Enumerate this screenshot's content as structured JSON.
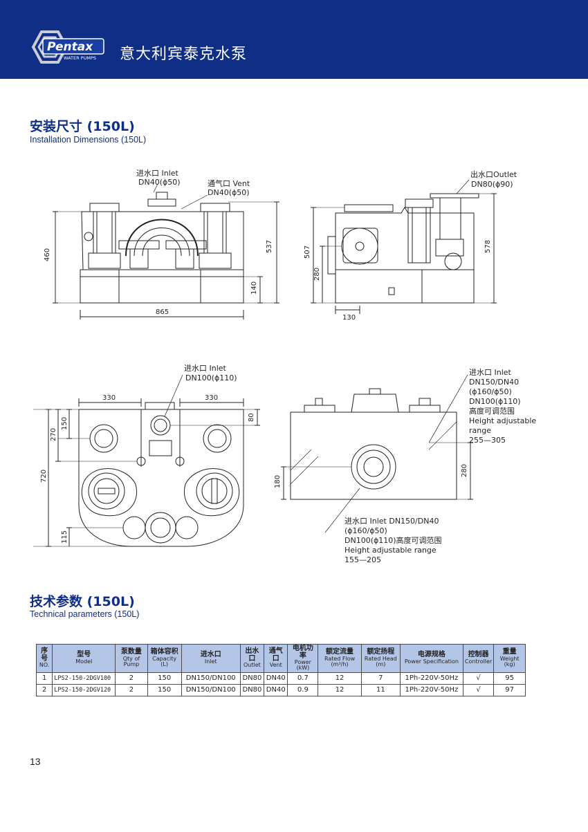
{
  "header": {
    "brand_name": "Pentax",
    "brand_sub": "WATER PUMPS",
    "title": "意大利宾泰克水泵"
  },
  "installation": {
    "title": "安装尺寸 (150L)",
    "subtitle": "Installation Dimensions (150L)",
    "front_view": {
      "inlet_label_1": "进水口 Inlet",
      "inlet_label_2": "DN40(ϕ50)",
      "vent_label_1": "通气口 Vent",
      "vent_label_2": "DN40(ϕ50)",
      "dim_height": "460",
      "dim_total_height": "537",
      "dim_base": "140",
      "dim_width": "865"
    },
    "side_view": {
      "outlet_label_1": "出水口Outlet",
      "outlet_label_2": "DN80(ϕ90)",
      "dim_507": "507",
      "dim_280": "280",
      "dim_578": "578",
      "dim_130": "130"
    },
    "top_view": {
      "inlet_label_1": "进水口 Inlet",
      "inlet_label_2": "DN100(ϕ110)",
      "dim_330_left": "330",
      "dim_330_right": "330",
      "dim_80": "80",
      "dim_150": "150",
      "dim_270": "270",
      "dim_720": "720",
      "dim_115": "115"
    },
    "end_view": {
      "inlet_top_lines": [
        "进水口 Inlet",
        "DN150/DN40",
        "(ϕ160/ϕ50)",
        "DN100(ϕ110)",
        "高度可调范围",
        "Height adjustable",
        "range",
        "255—305"
      ],
      "inlet_bottom_lines": [
        "进水口 Inlet DN150/DN40",
        "(ϕ160/ϕ50)",
        "DN100(ϕ110)高度可调范围",
        "Height adjustable range",
        "155—205"
      ],
      "dim_180": "180",
      "dim_280": "280"
    }
  },
  "technical": {
    "title": "技术参数 (150L)",
    "subtitle": "Technical parameters (150L)",
    "columns": [
      {
        "zh": "序号",
        "en": "NO."
      },
      {
        "zh": "型号",
        "en": "Model"
      },
      {
        "zh": "泵数量",
        "en": "Qty of Pump"
      },
      {
        "zh": "箱体容积",
        "en": "Capacity (L)"
      },
      {
        "zh": "进水口",
        "en": "Inlet"
      },
      {
        "zh": "出水口",
        "en": "Outlet"
      },
      {
        "zh": "通气口",
        "en": "Vent"
      },
      {
        "zh": "电机功率",
        "en": "Power (kW)"
      },
      {
        "zh": "额定流量",
        "en": "Rated Flow (m³/h)"
      },
      {
        "zh": "额定扬程",
        "en": "Rated Head (m)"
      },
      {
        "zh": "电源规格",
        "en": "Power Specification"
      },
      {
        "zh": "控制器",
        "en": "Controller"
      },
      {
        "zh": "重量",
        "en": "Weight (kg)"
      }
    ],
    "rows": [
      [
        "1",
        "LPS2-150-2DGV100",
        "2",
        "150",
        "DN150/DN100",
        "DN80",
        "DN40",
        "0.7",
        "12",
        "7",
        "1Ph-220V-50Hz",
        "√",
        "95"
      ],
      [
        "2",
        "LPS2-150-2DGV120",
        "2",
        "150",
        "DN150/DN100",
        "DN80",
        "DN40",
        "0.9",
        "12",
        "11",
        "1Ph-220V-50Hz",
        "√",
        "97"
      ]
    ]
  },
  "page_number": "13"
}
